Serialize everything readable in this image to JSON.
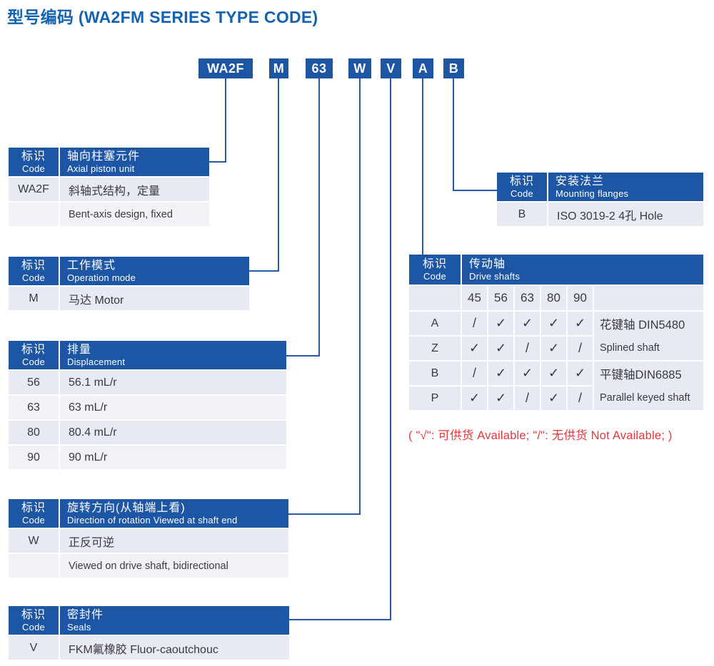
{
  "title": "型号编码 (WA2FM SERIES TYPE CODE)",
  "code_boxes": [
    "WA2F",
    "M",
    "63",
    "W",
    "V",
    "A",
    "B"
  ],
  "code_header": {
    "zh": "标识",
    "en": "Code"
  },
  "tables": {
    "axial_piston": {
      "title_zh": "轴向柱塞元件",
      "title_en": "Axial piston unit",
      "rows": [
        {
          "code": "WA2F",
          "desc": "斜轴式结构，定量"
        },
        {
          "code": "",
          "desc": "Bent-axis design, fixed"
        }
      ]
    },
    "operation_mode": {
      "title_zh": "工作模式",
      "title_en": "Operation mode",
      "rows": [
        {
          "code": "M",
          "desc": "马达 Motor"
        }
      ]
    },
    "displacement": {
      "title_zh": "排量",
      "title_en": "Displacement",
      "rows": [
        {
          "code": "56",
          "desc": "56.1 mL/r"
        },
        {
          "code": "63",
          "desc": "63 mL/r"
        },
        {
          "code": "80",
          "desc": "80.4 mL/r"
        },
        {
          "code": "90",
          "desc": "90 mL/r"
        }
      ]
    },
    "rotation": {
      "title_zh": "旋转方向(从轴端上看)",
      "title_en": "Direction of rotation Viewed at shaft end",
      "rows": [
        {
          "code": "W",
          "desc": "正反可逆"
        },
        {
          "code": "",
          "desc": "Viewed on drive shaft, bidirectional"
        }
      ]
    },
    "seals": {
      "title_zh": "密封件",
      "title_en": "Seals",
      "rows": [
        {
          "code": "V",
          "desc": "FKM氟橡胶 Fluor-caoutchouc"
        }
      ]
    },
    "mounting_flanges": {
      "title_zh": "安装法兰",
      "title_en": "Mounting flanges",
      "rows": [
        {
          "code": "B",
          "desc": "ISO 3019-2  4孔 Hole"
        }
      ]
    },
    "drive_shafts": {
      "title_zh": "传动轴",
      "title_en": "Drive shafts",
      "sizes": [
        "45",
        "56",
        "63",
        "80",
        "90"
      ],
      "rows": [
        {
          "code": "A",
          "marks": [
            "/",
            "✓",
            "✓",
            "✓",
            "✓"
          ]
        },
        {
          "code": "Z",
          "marks": [
            "✓",
            "✓",
            "/",
            "✓",
            "/"
          ]
        },
        {
          "code": "B",
          "marks": [
            "/",
            "✓",
            "✓",
            "✓",
            "✓"
          ]
        },
        {
          "code": "P",
          "marks": [
            "✓",
            "✓",
            "/",
            "✓",
            "/"
          ]
        }
      ],
      "shaft_types": [
        {
          "zh": "花键轴 DIN5480",
          "en": "Splined shaft"
        },
        {
          "zh": "平键轴DIN6885",
          "en": "Parallel keyed shaft"
        }
      ]
    }
  },
  "note": "( \"√\": 可供货 Available;    \"/\": 无供货 Not Available; )",
  "colors": {
    "header_blue": "#1c56a4",
    "connector_blue": "#2b5aa5",
    "title_blue": "#1563ae",
    "row_fill": "#e7e9f3",
    "row_fill_alt": "#f1f2f8",
    "note_red": "#e8363c"
  }
}
